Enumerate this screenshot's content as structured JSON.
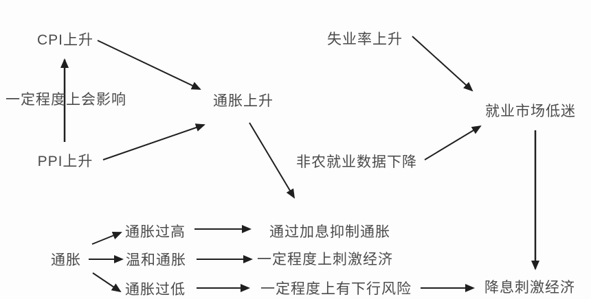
{
  "diagram": {
    "title": "",
    "nodes": {
      "cpi": {
        "label": "CPI上升"
      },
      "influence_note": {
        "label": "一定程度上会影响"
      },
      "ppi": {
        "label": "PPI上升"
      },
      "inflation_up": {
        "label": "通胀上升"
      },
      "unemployment": {
        "label": "失业率上升"
      },
      "nonfarm": {
        "label": "非农就业数据下降"
      },
      "job_market": {
        "label": "就业市场低迷"
      },
      "rate_cut": {
        "label": "降息刺激经济"
      },
      "inflation": {
        "label": "通胀"
      },
      "inflation_high": {
        "label": "通胀过高"
      },
      "inflation_mild": {
        "label": "温和通胀"
      },
      "inflation_low": {
        "label": "通胀过低"
      },
      "rate_hike": {
        "label": "通过加息抑制通胀"
      },
      "stimulate": {
        "label": "一定程度上刺激经济"
      },
      "downside": {
        "label": "一定程度上有下行风险"
      }
    },
    "edges": [
      {
        "from": "ppi",
        "to": "cpi",
        "note": "一定程度上会影响"
      },
      {
        "from": "cpi",
        "to": "inflation_up"
      },
      {
        "from": "ppi",
        "to": "inflation_up"
      },
      {
        "from": "inflation_up",
        "to": "rate_hike"
      },
      {
        "from": "unemployment",
        "to": "job_market"
      },
      {
        "from": "nonfarm",
        "to": "job_market"
      },
      {
        "from": "job_market",
        "to": "rate_cut"
      },
      {
        "from": "inflation",
        "to": "inflation_high"
      },
      {
        "from": "inflation",
        "to": "inflation_mild"
      },
      {
        "from": "inflation",
        "to": "inflation_low"
      },
      {
        "from": "inflation_high",
        "to": "rate_hike"
      },
      {
        "from": "inflation_mild",
        "to": "stimulate"
      },
      {
        "from": "inflation_low",
        "to": "downside"
      },
      {
        "from": "downside",
        "to": "rate_cut"
      }
    ]
  },
  "colors": {
    "text": "#4b4b4b",
    "arrow": "#1f1f1f",
    "background": "#fdfdfd"
  }
}
